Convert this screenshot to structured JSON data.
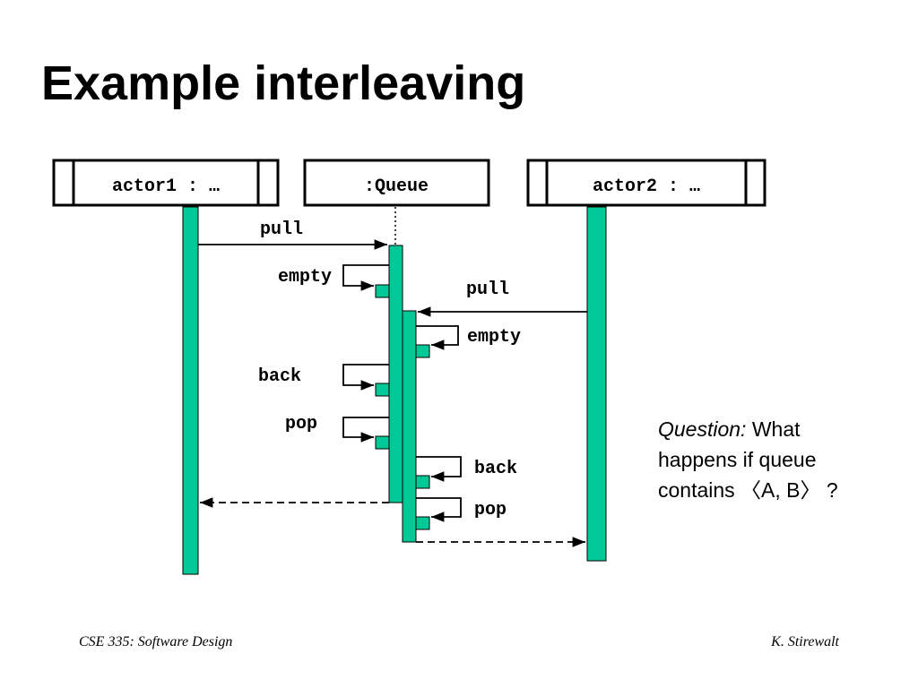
{
  "title": "Example interleaving",
  "lifelines": {
    "actor1": "actor1 : …",
    "queue": ":Queue",
    "actor2": "actor2 : …"
  },
  "messages": {
    "pull_1": "pull",
    "empty_1": "empty",
    "pull_2": "pull",
    "empty_2": "empty",
    "back_1": "back",
    "pop_1": "pop",
    "back_2": "back",
    "pop_2": "pop"
  },
  "question": {
    "label": "Question:",
    "text_line1": " What",
    "text_line2": "happens if queue",
    "text_line3": "contains 〈A, B〉 ?"
  },
  "footer": {
    "left": "CSE 335: Software Design",
    "right": "K. Stirewalt"
  },
  "colors": {
    "activation_fill": "#00C896",
    "line": "#000000"
  }
}
